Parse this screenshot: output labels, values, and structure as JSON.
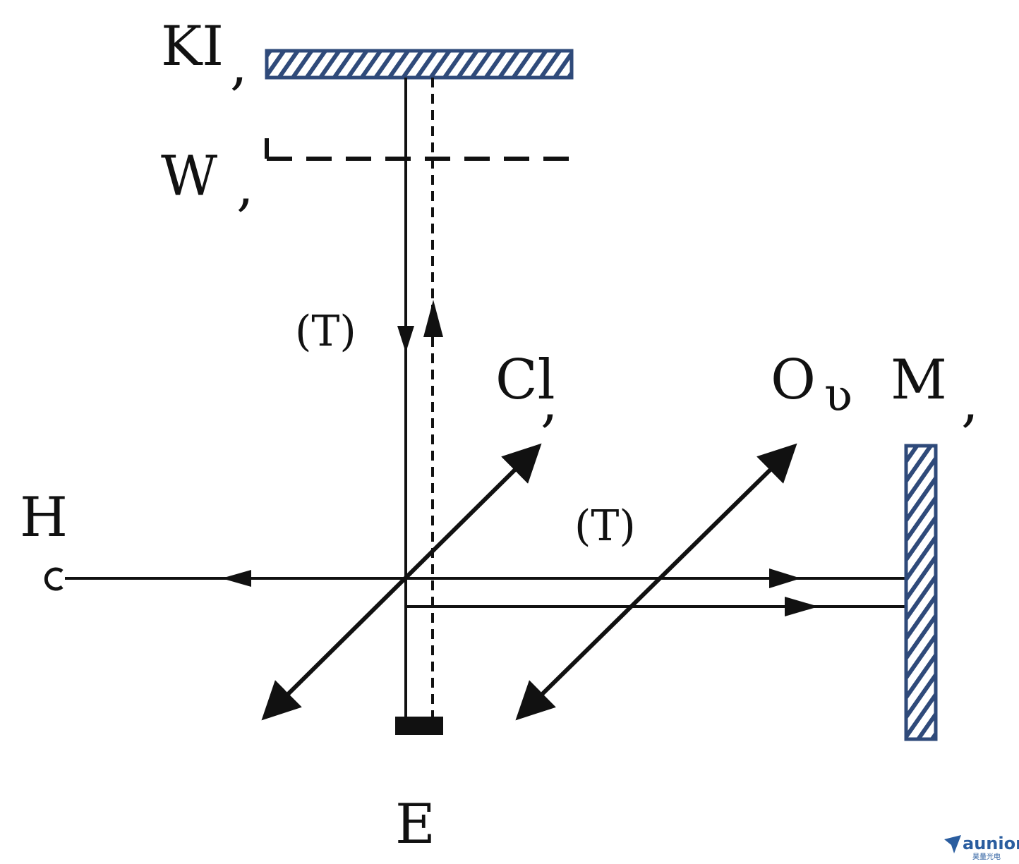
{
  "labels": {
    "mirror_top": "KI",
    "dashed_mirror": "W",
    "ray_label_vertical": "(T)",
    "ray_label_horizontal": "(T)",
    "plate_left": "Cl",
    "plate_right": "O",
    "mirror_right": "M",
    "source": "H",
    "detector": "E"
  },
  "watermark": {
    "brand": "aunion",
    "sub": "昊量光电"
  },
  "colors": {
    "mirror_fill": "#2f4a7a",
    "line": "#111111",
    "watermark": "#2a5d9f"
  }
}
